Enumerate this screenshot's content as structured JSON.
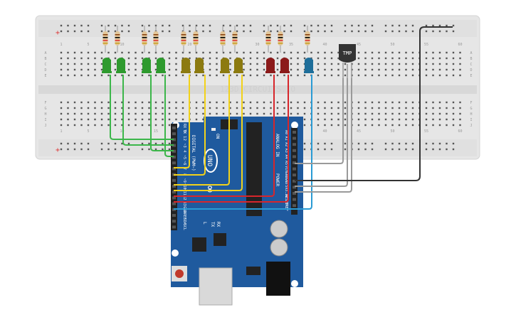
{
  "breadboard": {
    "watermark": "123D CIRCUITS.IO",
    "column_numbers_top": [
      "1",
      "5",
      "10",
      "15",
      "20",
      "25",
      "30",
      "35",
      "40",
      "45",
      "50",
      "55",
      "60"
    ],
    "row_letters_top": [
      "A",
      "B",
      "C",
      "D",
      "E"
    ],
    "row_letters_bottom": [
      "F",
      "G",
      "H",
      "I",
      "J"
    ]
  },
  "leds": [
    {
      "color": "#2e9a2e",
      "name": "green"
    },
    {
      "color": "#2e9a2e",
      "name": "green"
    },
    {
      "color": "#2e9a2e",
      "name": "green"
    },
    {
      "color": "#2e9a2e",
      "name": "green"
    },
    {
      "color": "#8c7a10",
      "name": "yellow"
    },
    {
      "color": "#8c7a10",
      "name": "yellow"
    },
    {
      "color": "#8c7a10",
      "name": "yellow"
    },
    {
      "color": "#8c7a10",
      "name": "yellow"
    },
    {
      "color": "#8b1a1a",
      "name": "red"
    },
    {
      "color": "#8b1a1a",
      "name": "red"
    },
    {
      "color": "#1e6e9a",
      "name": "blue"
    }
  ],
  "sensor": {
    "label": "TMP"
  },
  "arduino": {
    "logo": "UNO",
    "on_label": "ON",
    "digital_label": "DIGITAL (PWM~)",
    "analog_label": "ANALOG IN",
    "power_label": "POWER",
    "tx_label": "TX",
    "rx_label": "RX",
    "l_label": "L",
    "digital_pins": [
      "RX 0",
      "TX 1",
      "2",
      "~3",
      "4",
      "~5",
      "~6",
      "7",
      "8",
      "~9",
      "~10",
      "~11",
      "12",
      "13",
      "GND",
      "AREF",
      "SDA",
      "SCL"
    ],
    "analog_pins": [
      "A0",
      "A1",
      "A2",
      "A3",
      "A4",
      "A5"
    ],
    "power_pins": [
      "Vin",
      "GND",
      "GND",
      "5V",
      "3.3V",
      "RESET",
      "IOREF"
    ]
  },
  "colors": {
    "board": "#1f5a9e",
    "breadboard": "#e6e6e6",
    "wire_green": "#3cb64a",
    "wire_yellow": "#f2d21a",
    "wire_red": "#d7262b",
    "wire_blue": "#2a9bd4",
    "wire_gray": "#9a9a9a",
    "wire_black": "#333333"
  }
}
